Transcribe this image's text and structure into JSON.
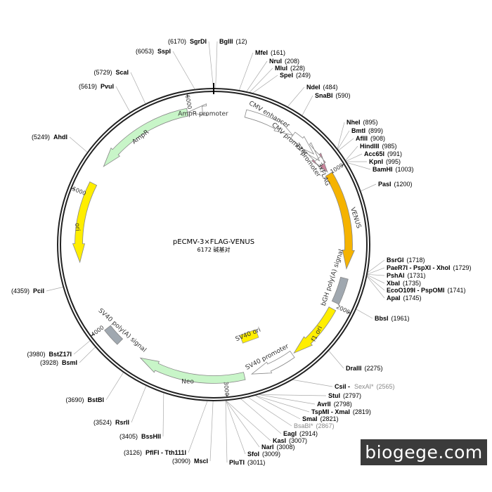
{
  "plasmid": {
    "name": "pECMV-3×FLAG-VENUS",
    "size_label": "6172 碱基对",
    "length": 6172
  },
  "ticks": [
    "1000",
    "2000",
    "3000",
    "4000",
    "5000",
    "6000"
  ],
  "features": [
    {
      "name": "CMV enhancer",
      "start": 235,
      "end": 615,
      "dir": 1,
      "color": "#ffffff"
    },
    {
      "name": "CMV promoter",
      "start": 616,
      "end": 820,
      "dir": 1,
      "color": "#ffffff"
    },
    {
      "name": "T7 promoter",
      "start": 866,
      "end": 885,
      "dir": 1,
      "color": "#ffffff"
    },
    {
      "name": "3xFLAG",
      "start": 920,
      "end": 985,
      "dir": 1,
      "color": "#c9839b"
    },
    {
      "name": "VENUS",
      "start": 1004,
      "end": 1720,
      "dir": 1,
      "color": "#f5b300"
    },
    {
      "name": "bGH poly(A) signal",
      "start": 1790,
      "end": 1980,
      "dir": 0,
      "color": "#a0a8b0"
    },
    {
      "name": "f1 ori",
      "start": 2030,
      "end": 2460,
      "dir": 1,
      "color": "#ffee00"
    },
    {
      "name": "SV40 promoter",
      "start": 2475,
      "end": 2805,
      "dir": 1,
      "color": "#ffffff"
    },
    {
      "name": "SV40 ori",
      "start": 2655,
      "end": 2790,
      "dir": 0,
      "color": "#ffee00"
    },
    {
      "name": "Neo",
      "start": 2860,
      "end": 3650,
      "dir": 1,
      "color": "#c8f5c8"
    },
    {
      "name": "SV40 poly(A) signal",
      "start": 3840,
      "end": 3975,
      "dir": 0,
      "color": "#a0a8b0"
    },
    {
      "name": "ori",
      "start": 4500,
      "end": 5090,
      "dir": -1,
      "color": "#ffee00"
    },
    {
      "name": "AmpR",
      "start": 5235,
      "end": 5980,
      "dir": -1,
      "color": "#c8f5c8"
    },
    {
      "name": "AmpR promoter",
      "start": 5985,
      "end": 6090,
      "dir": -1,
      "color": "#ffffff"
    }
  ],
  "sites": [
    {
      "name": "BglII",
      "pos": "(12)",
      "side": "right",
      "gray": false
    },
    {
      "name": "MfeI",
      "pos": "(161)",
      "side": "right",
      "gray": false
    },
    {
      "name": "NruI",
      "pos": "(208)",
      "side": "right",
      "gray": false
    },
    {
      "name": "MluI",
      "pos": "(228)",
      "side": "right",
      "gray": false
    },
    {
      "name": "SpeI",
      "pos": "(249)",
      "side": "right",
      "gray": false
    },
    {
      "name": "NdeI",
      "pos": "(484)",
      "side": "right",
      "gray": false
    },
    {
      "name": "SnaBI",
      "pos": "(590)",
      "side": "right",
      "gray": false
    },
    {
      "name": "NheI",
      "pos": "(895)",
      "side": "right",
      "gray": false
    },
    {
      "name": "BmtI",
      "pos": "(899)",
      "side": "right",
      "gray": false
    },
    {
      "name": "AflII",
      "pos": "(908)",
      "side": "right",
      "gray": false
    },
    {
      "name": "HindIII",
      "pos": "(985)",
      "side": "right",
      "gray": false
    },
    {
      "name": "Acc65I",
      "pos": "(991)",
      "side": "right",
      "gray": false
    },
    {
      "name": "KpnI",
      "pos": "(995)",
      "side": "right",
      "gray": false
    },
    {
      "name": "BamHI",
      "pos": "(1003)",
      "side": "right",
      "gray": false
    },
    {
      "name": "PasI",
      "pos": "(1200)",
      "side": "right",
      "gray": false
    },
    {
      "name": "BsrGI",
      "pos": "(1718)",
      "side": "right",
      "gray": false
    },
    {
      "name": "PaeR7I - PspXI - XhoI",
      "pos": "(1729)",
      "side": "right",
      "gray": false
    },
    {
      "name": "PshAI",
      "pos": "(1731)",
      "side": "right",
      "gray": false
    },
    {
      "name": "XbaI",
      "pos": "(1735)",
      "side": "right",
      "gray": false
    },
    {
      "name": "EcoO109I - PspOMI",
      "pos": "(1741)",
      "side": "right",
      "gray": false
    },
    {
      "name": "ApaI",
      "pos": "(1745)",
      "side": "right",
      "gray": false
    },
    {
      "name": "BbsI",
      "pos": "(1961)",
      "side": "right",
      "gray": false
    },
    {
      "name": "DraIII",
      "pos": "(2275)",
      "side": "right",
      "gray": false
    },
    {
      "name": "CsiI -",
      "pos": "",
      "side": "right",
      "gray": false
    },
    {
      "name": "SexAI*",
      "pos": "(2565)",
      "side": "right",
      "gray": true
    },
    {
      "name": "StuI",
      "pos": "(2797)",
      "side": "right",
      "gray": false
    },
    {
      "name": "AvrII",
      "pos": "(2798)",
      "side": "right",
      "gray": false
    },
    {
      "name": "TspMI - XmaI",
      "pos": "(2819)",
      "side": "right",
      "gray": false
    },
    {
      "name": "SmaI",
      "pos": "(2821)",
      "side": "right",
      "gray": false
    },
    {
      "name": "BsaBI*",
      "pos": "(2867)",
      "side": "right",
      "gray": true
    },
    {
      "name": "EagI",
      "pos": "(2914)",
      "side": "right",
      "gray": false
    },
    {
      "name": "KasI",
      "pos": "(3007)",
      "side": "right",
      "gray": false
    },
    {
      "name": "NarI",
      "pos": "(3008)",
      "side": "right",
      "gray": false
    },
    {
      "name": "SfoI",
      "pos": "(3009)",
      "side": "right",
      "gray": false
    },
    {
      "name": "PluTI",
      "pos": "(3011)",
      "side": "right",
      "gray": false
    },
    {
      "name": "MscI",
      "pos": "(3090)",
      "side": "left",
      "gray": false
    },
    {
      "name": "PflFI - Tth111I",
      "pos": "(3126)",
      "side": "left",
      "gray": false
    },
    {
      "name": "BssHII",
      "pos": "(3405)",
      "side": "left",
      "gray": false
    },
    {
      "name": "RsrII",
      "pos": "(3524)",
      "side": "left",
      "gray": false
    },
    {
      "name": "BstBI",
      "pos": "(3690)",
      "side": "left",
      "gray": false
    },
    {
      "name": "BsmI",
      "pos": "(3928)",
      "side": "left",
      "gray": false
    },
    {
      "name": "BstZ17I",
      "pos": "(3980)",
      "side": "left",
      "gray": false
    },
    {
      "name": "PciI",
      "pos": "(4359)",
      "side": "left",
      "gray": false
    },
    {
      "name": "AhdI",
      "pos": "(5249)",
      "side": "left",
      "gray": false
    },
    {
      "name": "PvuI",
      "pos": "(5619)",
      "side": "left",
      "gray": false
    },
    {
      "name": "ScaI",
      "pos": "(5729)",
      "side": "left",
      "gray": false
    },
    {
      "name": "SspI",
      "pos": "(6053)",
      "side": "left",
      "gray": false
    },
    {
      "name": "SgrDI",
      "pos": "(6170)",
      "side": "left",
      "gray": false
    }
  ],
  "watermark": "biogege.com"
}
